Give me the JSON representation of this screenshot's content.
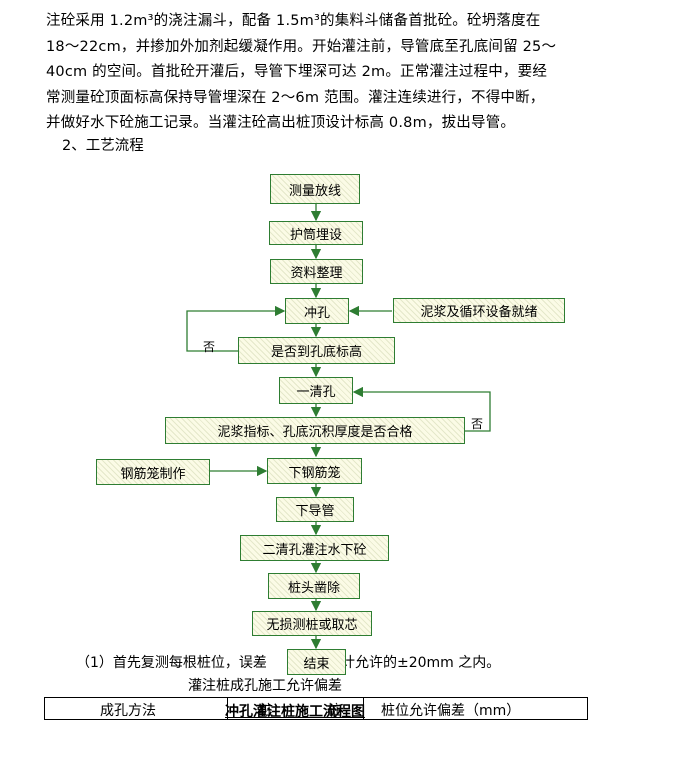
{
  "paragraph": {
    "lines": [
      "注砼采用 1.2m³的浇注漏斗，配备 1.5m³的集料斗储备首批砼。砼坍落度在",
      "18～22cm，并掺加外加剂起缓凝作用。开始灌注前，导管底至孔底间留 25～",
      "40cm 的空间。首批砼开灌后，导管下埋深可达 2m。正常灌注过程中，要经",
      "常测量砼顶面标高保持导管埋深在 2～6m 范围。灌注连续进行，不得中断，",
      "并做好水下砼施工记录。当灌注砼高出桩顶设计标高 0.8m，拔出导管。"
    ]
  },
  "section_heading": "2、工艺流程",
  "flowchart": {
    "steps": {
      "survey": "测量放线",
      "casing": "护筒埋设",
      "data": "资料整理",
      "drill": "冲孔",
      "slurry_equipment": "泥浆及循环设备就绪",
      "depth_check": "是否到孔底标高",
      "first_clean": "一清孔",
      "slurry_check": "泥浆指标、孔底沉积厚度是否合格",
      "cage_make": "钢筋笼制作",
      "cage_lower": "下钢筋笼",
      "pipe_lower": "下导管",
      "second_clean": "二清孔灌注水下砼",
      "pile_head": "桩头凿除",
      "test": "无损测桩或取芯",
      "end": "结束"
    },
    "no_label": "否",
    "caption": "冲孔灌注桩施工流程图"
  },
  "overlap_text": {
    "line1_a": "（1）首先复测每根桩位，误差",
    "line1_b": "设计允许的±20mm 之内。",
    "line2": "灌注桩成孔施工允许偏差"
  },
  "table": {
    "headers": [
      "成孔方法",
      "",
      "桩位允许偏差（mm）"
    ],
    "partial_glyph_1": "桩",
    "partial_glyph_2": "桩"
  },
  "colors": {
    "box_border": "#2e7d32",
    "box_fill": "#fbfbe6",
    "arrow": "#2e7d32"
  }
}
